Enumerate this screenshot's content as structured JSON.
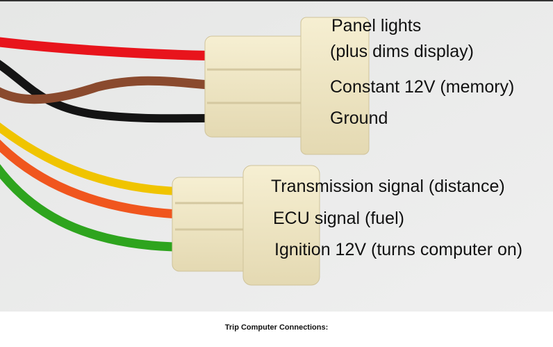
{
  "caption": "Trip Computer Connections:",
  "labels": {
    "panel_lights_line1": "Panel lights",
    "panel_lights_line2": "(plus dims display)",
    "constant_12v": "Constant 12V (memory)",
    "ground": "Ground",
    "transmission": "Transmission signal (distance)",
    "ecu": "ECU signal (fuel)",
    "ignition": "Ignition 12V (turns computer on)"
  },
  "colors": {
    "red": "#e8141c",
    "brown": "#8a4a2e",
    "black": "#141414",
    "yellow": "#f0c400",
    "orange": "#f0561e",
    "green": "#2ea41e",
    "connector": "#efe6c4",
    "background": "#e9eae9"
  }
}
